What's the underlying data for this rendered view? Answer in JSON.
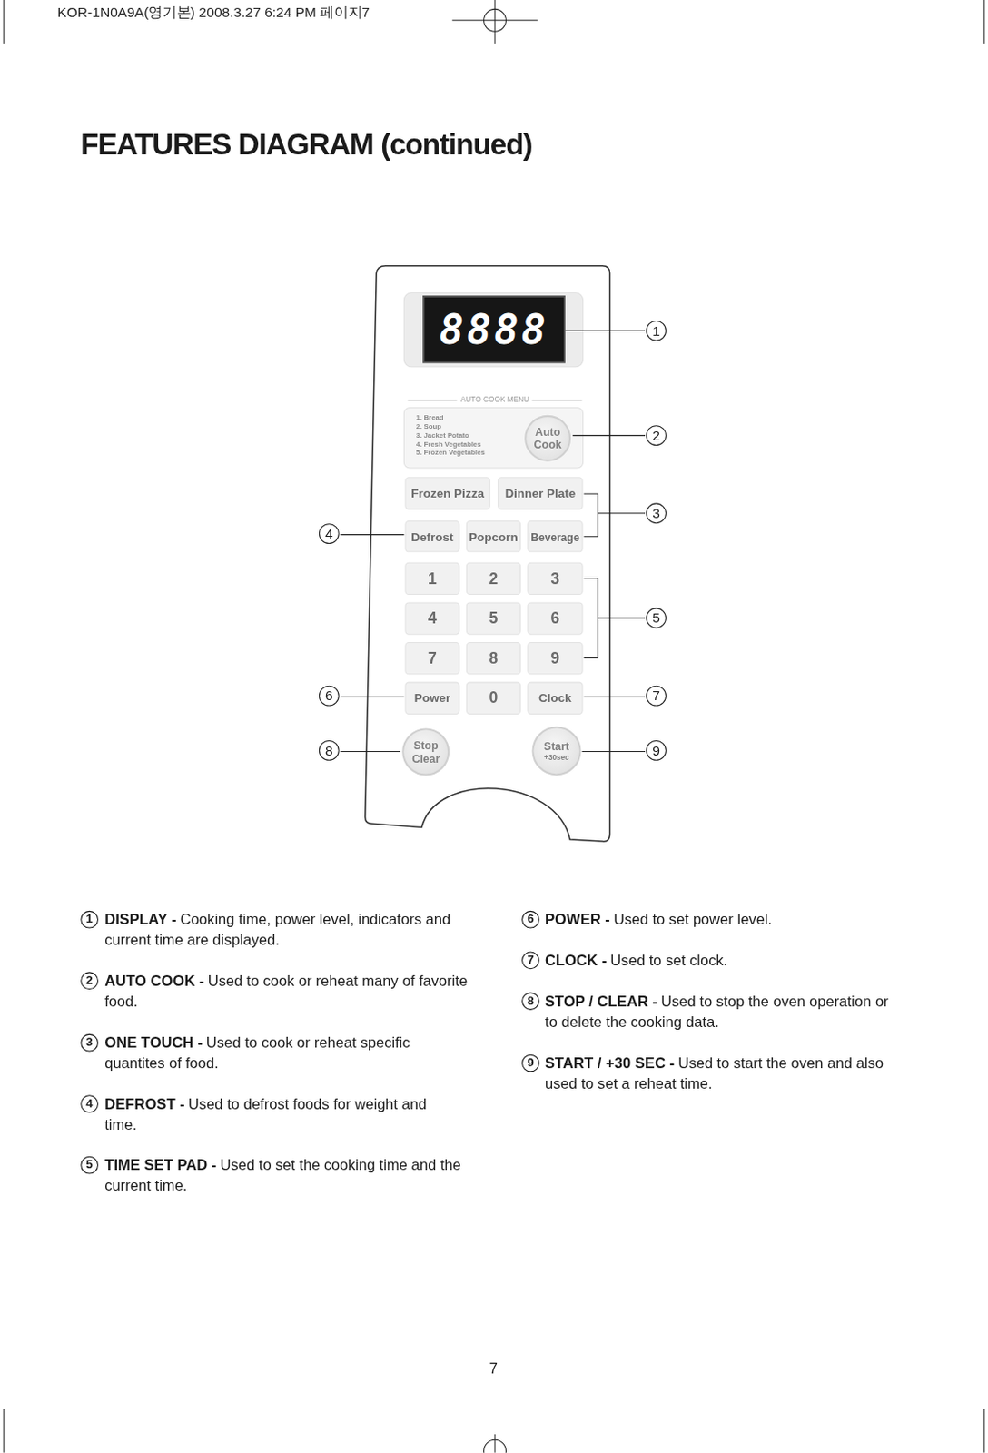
{
  "diagram": {
    "title": "FEATURES DIAGRAM (continued)",
    "nodes": [
      {
        "text": [
          "8888"
        ]
      },
      {
        "text": [
          "1. Bread",
          "2. Soup",
          "3. Jacket Potato",
          "4. Fresh Vegetables",
          "5. Frozen Vegetables"
        ]
      },
      {
        "text": [
          "Auto Cook"
        ],
        "in": 1
      },
      {
        "text": [
          "Frozen Pizza"
        ]
      },
      {
        "text": [
          "Dinner Plate"
        ]
      },
      {
        "text": [
          "Defrost"
        ]
      },
      {
        "text": [
          "Popcorn"
        ]
      },
      {
        "text": [
          "Beverage"
        ]
      },
      {
        "text": [
          "1"
        ]
      },
      {
        "text": [
          "2"
        ]
      },
      {
        "text": [
          "3"
        ]
      },
      {
        "text": [
          "4"
        ]
      },
      {
        "text": [
          "5"
        ]
      },
      {
        "text": [
          "6"
        ]
      },
      {
        "text": [
          "7"
        ]
      },
      {
        "text": [
          "8"
        ]
      },
      {
        "text": [
          "9"
        ]
      },
      {
        "text": [
          "Power"
        ]
      },
      {
        "text": [
          "0"
        ]
      },
      {
        "text": [
          "Clock"
        ]
      },
      {
        "text": [
          "Stop Clear"
        ]
      },
      {
        "text": [
          "Start",
          "+30sec"
        ]
      }
    ],
    "edges": [],
    "labels": [
      "KOR-1N0A9A(영기본)  2008.3.27 6:24 PM 페이지7",
      "1",
      "2",
      "3",
      "4",
      "5",
      "6",
      "7",
      "8",
      "9",
      "AUTO COOK MENU",
      "1",
      "DISPLAY -",
      "Cooking time, power level, indicators and current time are displayed.",
      "2",
      "AUTO COOK -",
      "Used to cook or reheat many of favorite food.",
      "3",
      "ONE TOUCH -",
      "Used to cook or reheat specific quantites of food.",
      "4",
      "DEFROST -",
      "Used to defrost foods for weight and time.",
      "5",
      "TIME SET PAD -",
      "Used to set the cooking time and the current time.",
      "6",
      "POWER -",
      "Used to set power level.",
      "7",
      "CLOCK -",
      "Used to set clock.",
      "8",
      "STOP / CLEAR -",
      "Used to stop the oven operation or to delete the cooking data.",
      "9",
      "START / +30 SEC -",
      "Used to start the oven and also used to set a reheat time.",
      "7"
    ]
  }
}
